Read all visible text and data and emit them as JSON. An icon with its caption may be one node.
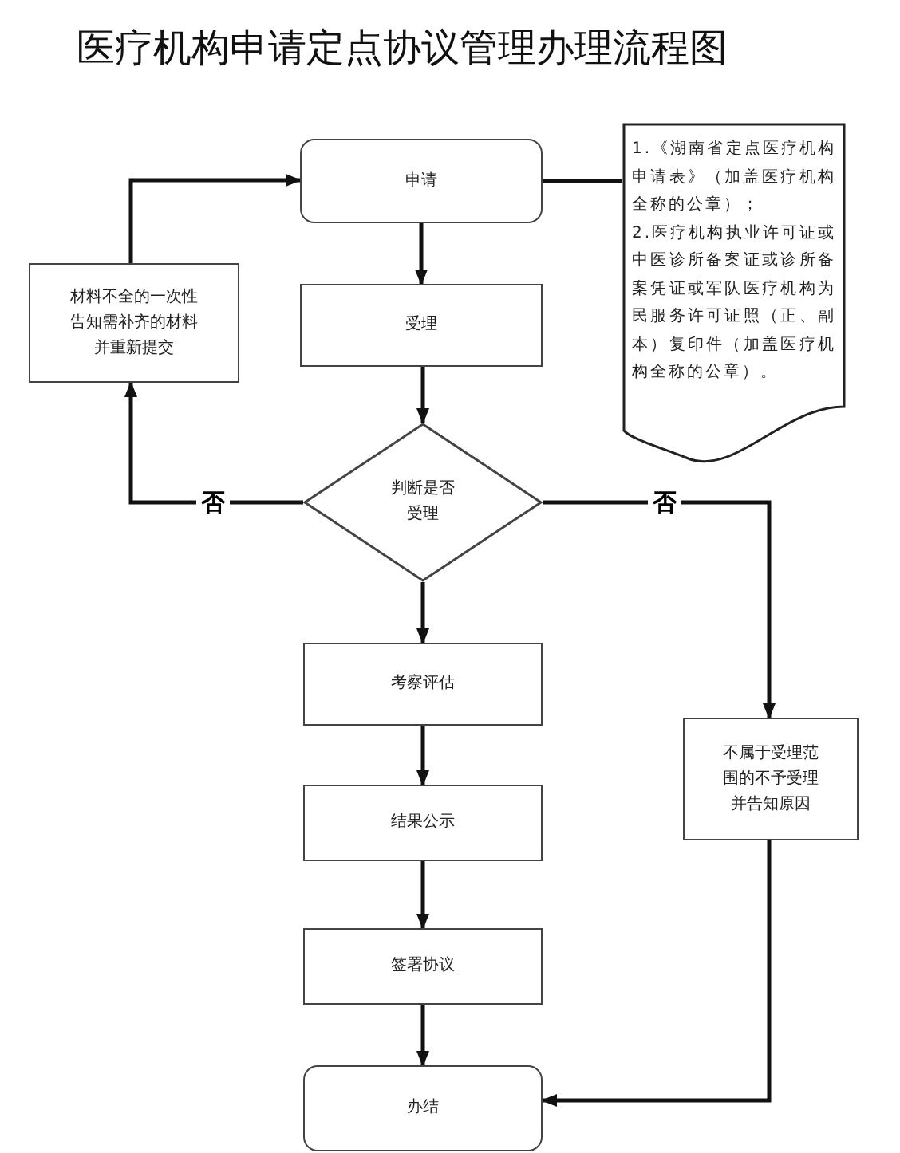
{
  "diagram": {
    "title": "医疗机构申请定点协议管理办理流程图",
    "nodes": [
      {
        "text": [
          "申请"
        ]
      },
      {
        "text": [
          "1.《湖南省定点医疗机构申请表》（加盖医疗机构全称的公章）；",
          "2.医疗机构执业许可证或中医诊所备案证或诊所备案凭证或军队医疗机构为民服务许可证照（正、副本）复印件（加盖医疗机构全称的公章）。"
        ]
      },
      {
        "text": [
          "受理"
        ]
      },
      {
        "text": [
          "判断是否受理"
        ]
      },
      {
        "text": [
          "材料不全的一次性告知需补齐的材料并重新提交"
        ]
      },
      {
        "text": [
          "考察评估"
        ]
      },
      {
        "text": [
          "不属于受理范围的不予受理并告知原因"
        ]
      },
      {
        "text": [
          "结果公示"
        ]
      },
      {
        "text": [
          "签署协议"
        ]
      },
      {
        "text": [
          "办结"
        ]
      }
    ],
    "edges": [
      {
        "from": 0,
        "to": 2,
        "arrow": "to"
      },
      {
        "from": 2,
        "to": 3,
        "arrow": "to"
      },
      {
        "from": 3,
        "to": 4,
        "arrow": "to",
        "label": "否"
      },
      {
        "from": 4,
        "to": 0,
        "arrow": "to"
      },
      {
        "from": 1,
        "to": 0,
        "arrow": "none"
      },
      {
        "from": 3,
        "to": 6,
        "arrow": "to",
        "label": "否"
      },
      {
        "from": 3,
        "to": 5,
        "arrow": "to"
      },
      {
        "from": 5,
        "to": 7,
        "arrow": "to"
      },
      {
        "from": 7,
        "to": 8,
        "arrow": "to"
      },
      {
        "from": 8,
        "to": 9,
        "arrow": "to"
      },
      {
        "from": 6,
        "to": 9,
        "arrow": "to"
      }
    ]
  }
}
